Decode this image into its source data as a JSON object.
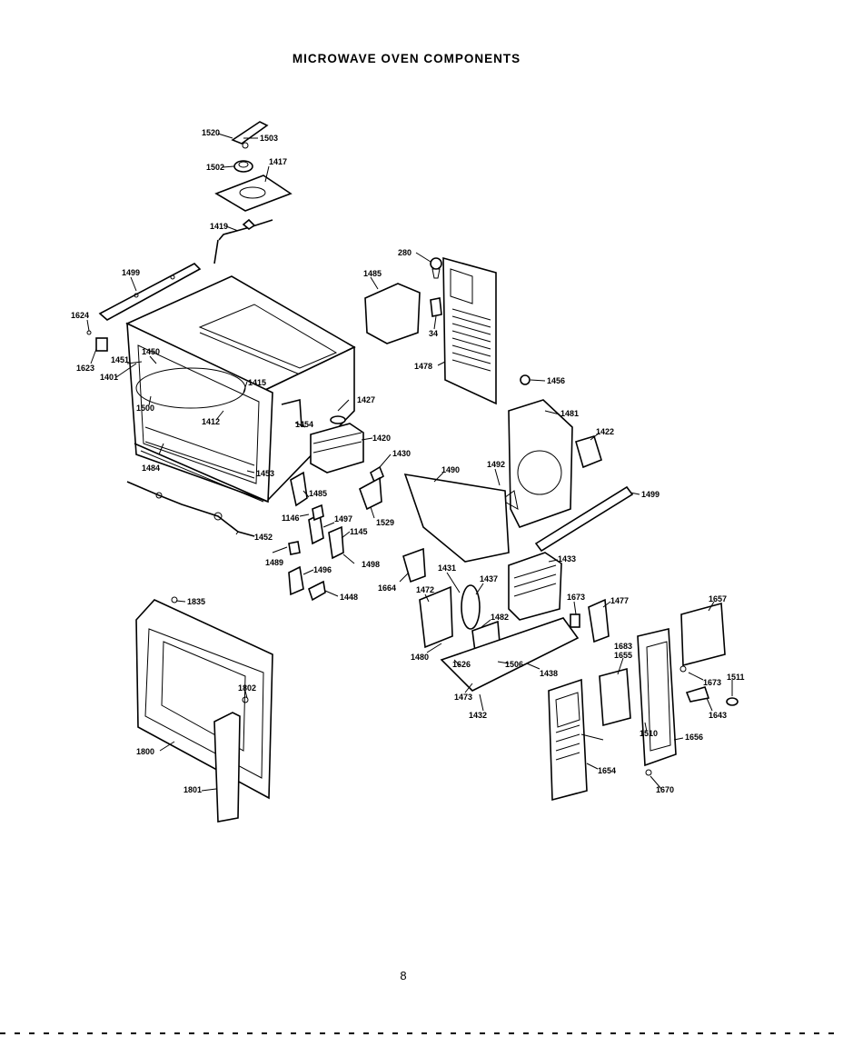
{
  "title": "MICROWAVE OVEN COMPONENTS",
  "page_number": "8",
  "callouts": [
    {
      "id": "c1520",
      "text": "1520"
    },
    {
      "id": "c1503",
      "text": "1503"
    },
    {
      "id": "c1502",
      "text": "1502"
    },
    {
      "id": "c1417",
      "text": "1417"
    },
    {
      "id": "c1419",
      "text": "1419"
    },
    {
      "id": "c1499a",
      "text": "1499"
    },
    {
      "id": "c1624",
      "text": "1624"
    },
    {
      "id": "c1623",
      "text": "1623"
    },
    {
      "id": "c1451",
      "text": "1451"
    },
    {
      "id": "c1450",
      "text": "1450"
    },
    {
      "id": "c1401",
      "text": "1401"
    },
    {
      "id": "c1500",
      "text": "1500"
    },
    {
      "id": "c1412",
      "text": "1412"
    },
    {
      "id": "c1415",
      "text": "1415"
    },
    {
      "id": "c1427",
      "text": "1427"
    },
    {
      "id": "c1454",
      "text": "1454"
    },
    {
      "id": "c1420",
      "text": "1420"
    },
    {
      "id": "c1484",
      "text": "1484"
    },
    {
      "id": "c1453",
      "text": "1453"
    },
    {
      "id": "c1430",
      "text": "1430"
    },
    {
      "id": "c1485",
      "text": "1485"
    },
    {
      "id": "c1146",
      "text": "1146"
    },
    {
      "id": "c1497",
      "text": "1497"
    },
    {
      "id": "c1529",
      "text": "1529"
    },
    {
      "id": "c1145",
      "text": "1145"
    },
    {
      "id": "c1452",
      "text": "1452"
    },
    {
      "id": "c1489",
      "text": "1489"
    },
    {
      "id": "c1498",
      "text": "1498"
    },
    {
      "id": "c1496",
      "text": "1496"
    },
    {
      "id": "c1448",
      "text": "1448"
    },
    {
      "id": "c280",
      "text": "280"
    },
    {
      "id": "c1485b",
      "text": "1485"
    },
    {
      "id": "c34",
      "text": "34"
    },
    {
      "id": "c1478",
      "text": "1478"
    },
    {
      "id": "c1456",
      "text": "1456"
    },
    {
      "id": "c1481",
      "text": "1481"
    },
    {
      "id": "c1422",
      "text": "1422"
    },
    {
      "id": "c1490",
      "text": "1490"
    },
    {
      "id": "c1492",
      "text": "1492"
    },
    {
      "id": "c1499b",
      "text": "1499"
    },
    {
      "id": "c1433",
      "text": "1433"
    },
    {
      "id": "c1431",
      "text": "1431"
    },
    {
      "id": "c1437",
      "text": "1437"
    },
    {
      "id": "c1664",
      "text": "1664"
    },
    {
      "id": "c1472",
      "text": "1472"
    },
    {
      "id": "c1482",
      "text": "1482"
    },
    {
      "id": "c1673a",
      "text": "1673"
    },
    {
      "id": "c1477",
      "text": "1477"
    },
    {
      "id": "c1657",
      "text": "1657"
    },
    {
      "id": "c1835",
      "text": "1835"
    },
    {
      "id": "c1480",
      "text": "1480"
    },
    {
      "id": "c1626",
      "text": "1626"
    },
    {
      "id": "c1506",
      "text": "1506"
    },
    {
      "id": "c1438",
      "text": "1438"
    },
    {
      "id": "c1473",
      "text": "1473"
    },
    {
      "id": "c1432",
      "text": "1432"
    },
    {
      "id": "c1655",
      "text": "1655"
    },
    {
      "id": "c1683",
      "text": "1683"
    },
    {
      "id": "c1673b",
      "text": "1673"
    },
    {
      "id": "c1511",
      "text": "1511"
    },
    {
      "id": "c1643",
      "text": "1643"
    },
    {
      "id": "c1802",
      "text": "1802"
    },
    {
      "id": "c1800",
      "text": "1800"
    },
    {
      "id": "c1801",
      "text": "1801"
    },
    {
      "id": "c1510",
      "text": "1510"
    },
    {
      "id": "c1656",
      "text": "1656"
    },
    {
      "id": "c1654",
      "text": "1654"
    },
    {
      "id": "c1670",
      "text": "1670"
    }
  ]
}
